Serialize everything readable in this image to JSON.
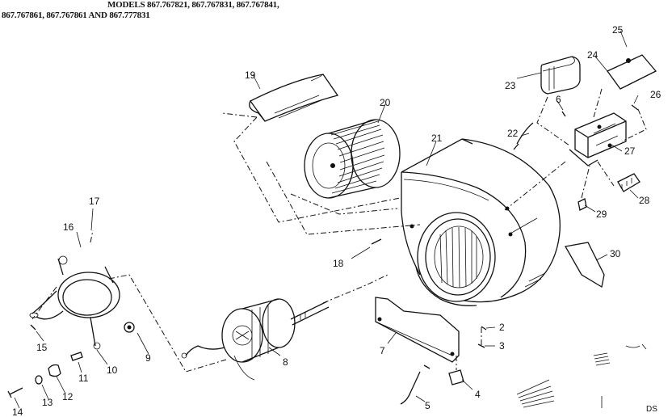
{
  "header": {
    "line1": "MODELS 867.767821, 867.767831, 867.767841,",
    "line2": "867.767861, 867.767861 AND 867.777831"
  },
  "callouts": [
    {
      "id": "c2",
      "label": "2"
    },
    {
      "id": "c3",
      "label": "3"
    },
    {
      "id": "c4",
      "label": "4"
    },
    {
      "id": "c5",
      "label": "5"
    },
    {
      "id": "c6",
      "label": "6"
    },
    {
      "id": "c7",
      "label": "7"
    },
    {
      "id": "c8",
      "label": "8"
    },
    {
      "id": "c9",
      "label": "9"
    },
    {
      "id": "c10",
      "label": "10"
    },
    {
      "id": "c11",
      "label": "11"
    },
    {
      "id": "c12",
      "label": "12"
    },
    {
      "id": "c13",
      "label": "13"
    },
    {
      "id": "c14",
      "label": "14"
    },
    {
      "id": "c15",
      "label": "15"
    },
    {
      "id": "c16",
      "label": "16"
    },
    {
      "id": "c17",
      "label": "17"
    },
    {
      "id": "c18",
      "label": "18"
    },
    {
      "id": "c19",
      "label": "19"
    },
    {
      "id": "c20",
      "label": "20"
    },
    {
      "id": "c21",
      "label": "21"
    },
    {
      "id": "c22",
      "label": "22"
    },
    {
      "id": "c23",
      "label": "23"
    },
    {
      "id": "c24",
      "label": "24"
    },
    {
      "id": "c25",
      "label": "25"
    },
    {
      "id": "c26",
      "label": "26"
    },
    {
      "id": "c27",
      "label": "27"
    },
    {
      "id": "c28",
      "label": "28"
    },
    {
      "id": "c29",
      "label": "29"
    },
    {
      "id": "c30",
      "label": "30"
    }
  ],
  "corner_mark": "DS"
}
